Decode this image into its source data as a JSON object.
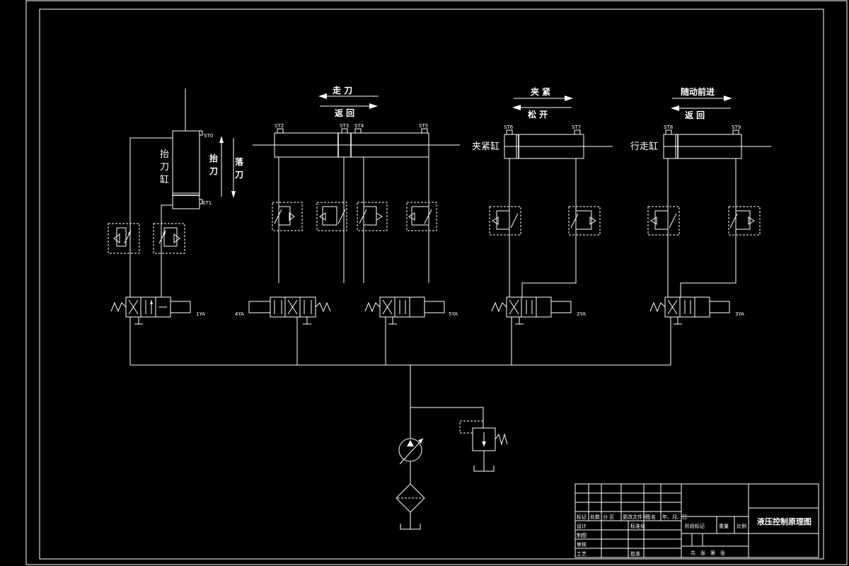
{
  "labels": {
    "lift_up": "抬刀",
    "lift_down": "落刀",
    "lift_cyl": [
      "抬",
      "刀",
      "缸"
    ],
    "lift_dir_up": [
      "抬",
      "刀"
    ],
    "lift_dir_down": [
      "落",
      "刀"
    ],
    "walk_forward": "走 刀",
    "walk_back": "返 回",
    "clamp": "夹 紧",
    "release": "松 开",
    "follow_forward": "随动前进",
    "follow_back": "返 回",
    "clamp_cyl": "夹紧缸",
    "travel_cyl": "行走缸"
  },
  "switches": [
    "ST0",
    "ST1",
    "ST2",
    "ST3",
    "ST4",
    "ST5",
    "ST6",
    "ST7",
    "ST8",
    "ST9"
  ],
  "solenoids": [
    "1YA",
    "4YA",
    "5YA",
    "2YA",
    "3YA"
  ],
  "title_block": {
    "drawing_title": "液压控制原理图",
    "row_labels": [
      "标记",
      "处数",
      "分 区",
      "更改文件号",
      "签名",
      "年、月、日"
    ],
    "design": "设计",
    "standardize": "标准化",
    "draw": "制图",
    "check": "审核",
    "process": "工艺",
    "approve": "批准",
    "stage_mark": "阶段标记",
    "weight": "重量",
    "scale": "比例",
    "sheets": "共　张　第　张"
  }
}
